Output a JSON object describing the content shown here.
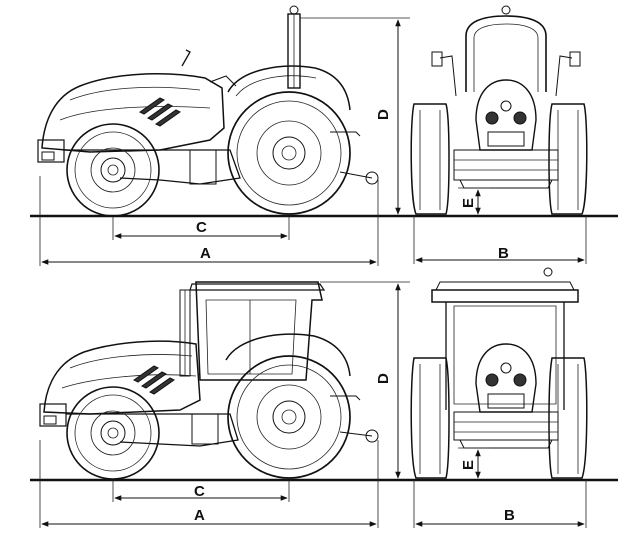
{
  "diagram": {
    "top_row": {
      "side_view": {
        "dim_A": "A",
        "dim_C": "C",
        "dim_D": "D"
      },
      "front_view": {
        "dim_B": "B",
        "dim_E": "E"
      }
    },
    "bottom_row": {
      "side_view": {
        "dim_A": "A",
        "dim_C": "C",
        "dim_D": "D"
      },
      "front_view": {
        "dim_B": "B",
        "dim_E": "E"
      }
    }
  }
}
